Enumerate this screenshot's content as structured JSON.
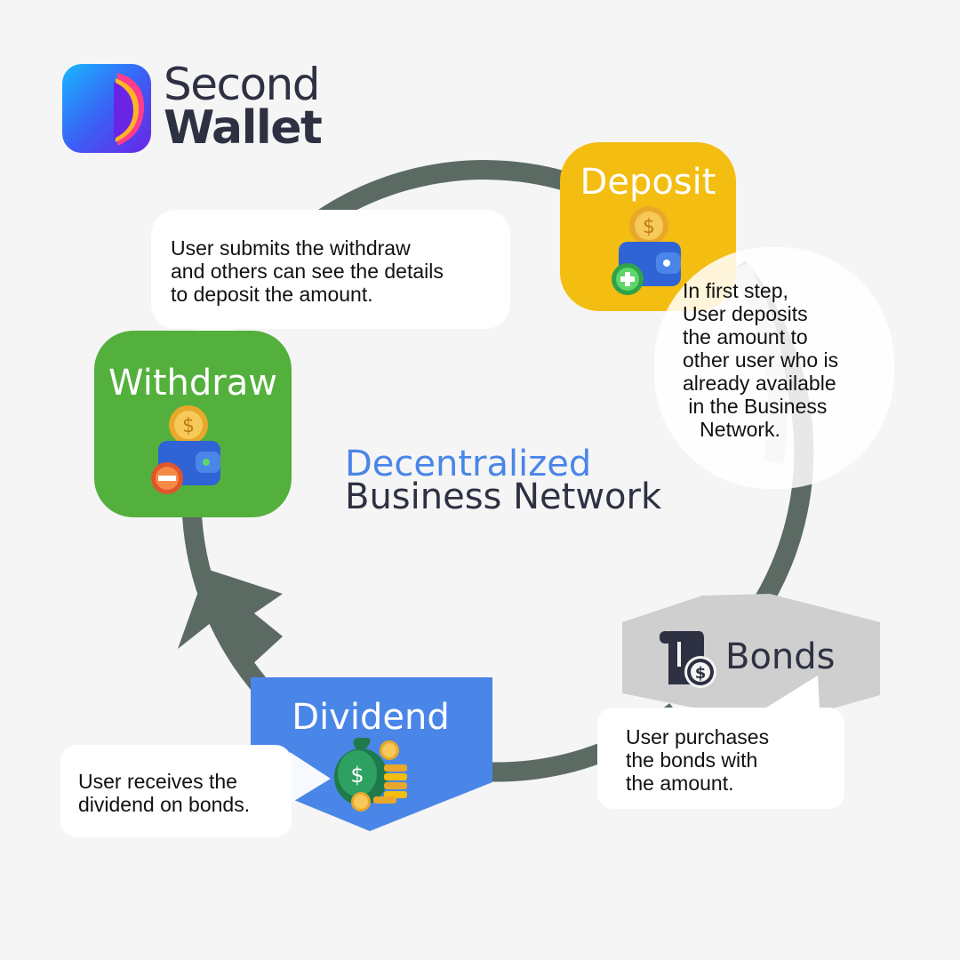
{
  "brand": {
    "line1": "Second",
    "line2": "Wallet",
    "colors": {
      "text": "#2e3142"
    }
  },
  "center": {
    "line1": "Decentralized",
    "line2": "Business Network",
    "colors": {
      "line1": "#4a86e8",
      "line2": "#2e3142"
    }
  },
  "stages": {
    "deposit": {
      "title": "Deposit",
      "icon": "wallet-plus-coin-icon",
      "color": "#f3bd11",
      "description": "In first step,\nUser deposits\nthe amount to\nother user who is\nalready available\n in the Business\n   Network."
    },
    "bonds": {
      "title": "Bonds",
      "icon": "bond-document-dollar-icon",
      "color": "#cfcfcf",
      "description": "User purchases\nthe bonds with\nthe amount."
    },
    "dividend": {
      "title": "Dividend",
      "icon": "money-bag-coins-icon",
      "color": "#4a86e8",
      "description": "User receives the\ndividend on bonds."
    },
    "withdraw": {
      "title": "Withdraw",
      "icon": "wallet-minus-coin-icon",
      "color": "#53b03d",
      "description": "User submits the withdraw\nand others can see the details\nto deposit the amount."
    }
  },
  "cycle": {
    "color": "#5b6b63",
    "direction": "clockwise"
  }
}
